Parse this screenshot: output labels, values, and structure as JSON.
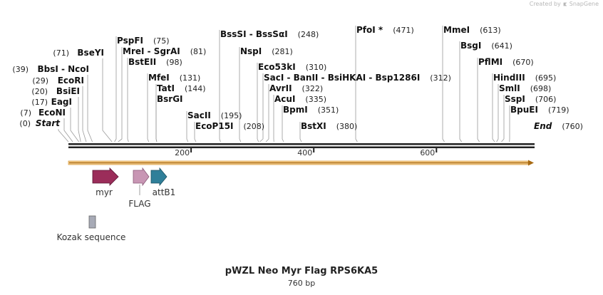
{
  "credit": {
    "prefix": "Created by",
    "brand": "SnapGene"
  },
  "map": {
    "title": "pWZL Neo Myr Flag RPS6KA5",
    "length_label": "760 bp",
    "total_bp": 760,
    "ticks": [
      200,
      400,
      600
    ],
    "features": [
      {
        "name": "myr",
        "type": "arrow",
        "color": "#9b2d5a"
      },
      {
        "name": "FLAG",
        "type": "arrow",
        "color": "#c896b4"
      },
      {
        "name": "attB1",
        "type": "arrow",
        "color": "#2f7f99"
      },
      {
        "name": "Kozak sequence",
        "type": "box",
        "color": "#a7aab6"
      }
    ],
    "left_sites": [
      {
        "name": "BseYI",
        "pos": "(71)",
        "bp": 71
      },
      {
        "name": "BbsI  -  NcoI",
        "pos": "(39)",
        "bp": 39
      },
      {
        "name": "EcoRI",
        "pos": "(29)",
        "bp": 29
      },
      {
        "name": "BsiEI",
        "pos": "(20)",
        "bp": 20
      },
      {
        "name": "EagI",
        "pos": "(17)",
        "bp": 17
      },
      {
        "name": "EcoNI",
        "pos": "(7)",
        "bp": 7
      },
      {
        "name": "Start",
        "pos": "(0)",
        "bp": 0,
        "italic": true
      }
    ],
    "right_sites": [
      {
        "name": "PspFI",
        "pos": "(75)",
        "bp": 75
      },
      {
        "name": "MreI  -  SgrAI",
        "pos": "(81)",
        "bp": 81
      },
      {
        "name": "BstEII",
        "pos": "(98)",
        "bp": 98
      },
      {
        "name": "MfeI",
        "pos": "(131)",
        "bp": 131
      },
      {
        "name": "TatI",
        "pos": "(144)",
        "bp": 144
      },
      {
        "name": "BsrGI",
        "pos": "",
        "bp": 144
      },
      {
        "name": "SacII",
        "pos": "(195)",
        "bp": 195
      },
      {
        "name": "EcoP15I",
        "pos": "(208)",
        "bp": 208
      },
      {
        "name": "BssSI  -  BssSαI",
        "pos": "(248)",
        "bp": 248
      },
      {
        "name": "NspI",
        "pos": "(281)",
        "bp": 281
      },
      {
        "name": "Eco53kI",
        "pos": "(310)",
        "bp": 310
      },
      {
        "name": "SacI  -  BanII  -  BsiHKAI  -  Bsp1286I",
        "pos": "(312)",
        "bp": 312
      },
      {
        "name": "AvrII",
        "pos": "(322)",
        "bp": 322
      },
      {
        "name": "AcuI",
        "pos": "(335)",
        "bp": 335
      },
      {
        "name": "BpmI",
        "pos": "(351)",
        "bp": 351
      },
      {
        "name": "BstXI",
        "pos": "(380)",
        "bp": 380
      },
      {
        "name": "PfoI *",
        "pos": "(471)",
        "bp": 471
      },
      {
        "name": "MmeI",
        "pos": "(613)",
        "bp": 613
      },
      {
        "name": "BsgI",
        "pos": "(641)",
        "bp": 641
      },
      {
        "name": "PflMI",
        "pos": "(670)",
        "bp": 670
      },
      {
        "name": "HindIII",
        "pos": "(695)",
        "bp": 695
      },
      {
        "name": "SmlI",
        "pos": "(698)",
        "bp": 698
      },
      {
        "name": "SspI",
        "pos": "(706)",
        "bp": 706
      },
      {
        "name": "BpuEI",
        "pos": "(719)",
        "bp": 719
      },
      {
        "name": "End",
        "pos": "(760)",
        "bp": 760,
        "italic": true
      }
    ]
  }
}
